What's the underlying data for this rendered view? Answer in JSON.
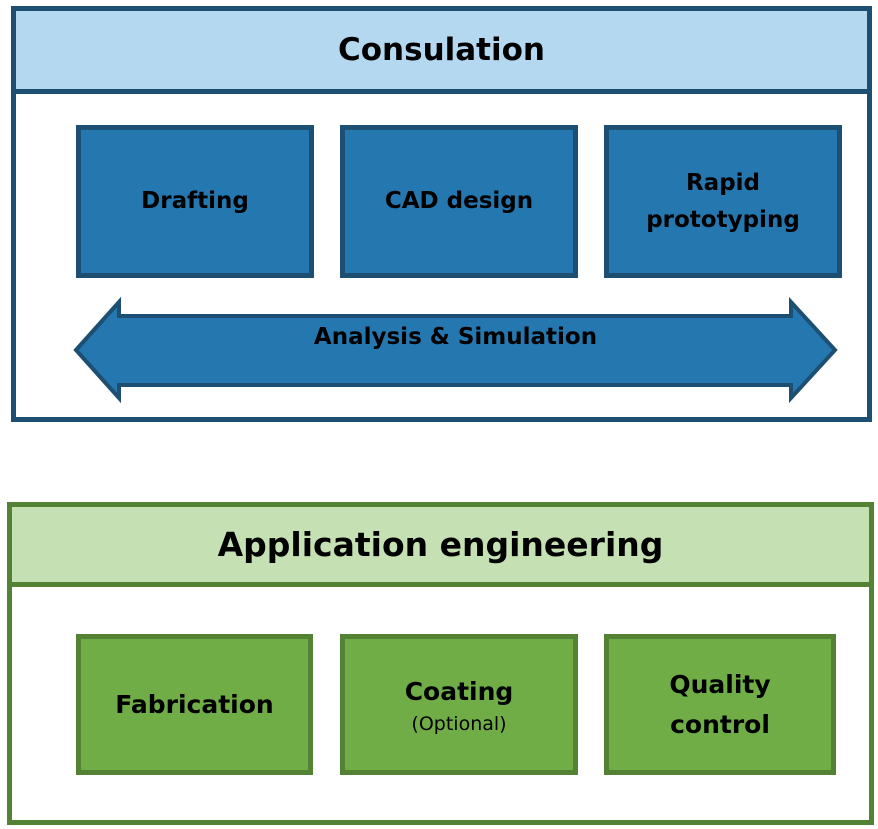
{
  "colors": {
    "blue_border": "#1d4f73",
    "blue_header": "#b4d8f0",
    "blue_box": "#2577b0",
    "green_border": "#548235",
    "green_header": "#c5e0b3",
    "green_box": "#70ad47"
  },
  "consultation": {
    "title": "Consulation",
    "boxes": [
      {
        "lines": [
          "Drafting"
        ]
      },
      {
        "lines": [
          "CAD design"
        ]
      },
      {
        "lines": [
          "Rapid",
          "prototyping"
        ]
      }
    ],
    "arrow": {
      "label": "Analysis & Simulation",
      "direction": "bidirectional"
    }
  },
  "application": {
    "title": "Application engineering",
    "boxes": [
      {
        "lines": [
          "Fabrication"
        ]
      },
      {
        "lines": [
          "Coating"
        ],
        "note": "(Optional)"
      },
      {
        "lines": [
          "Quality",
          "control"
        ]
      }
    ]
  }
}
